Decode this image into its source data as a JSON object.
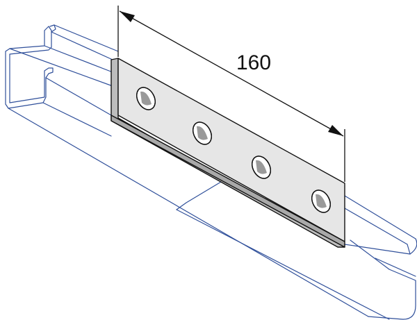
{
  "diagram": {
    "dimension_label": "160",
    "colors": {
      "channel_stroke": "#2f4f9a",
      "plate_face": "#e6e6e6",
      "plate_edge": "#b9b9b9",
      "outline": "#111111",
      "background": "#ffffff"
    },
    "parts": {
      "channel": "strut-channel",
      "plate": "four-hole-flat-plate",
      "hole_count": 4
    }
  }
}
